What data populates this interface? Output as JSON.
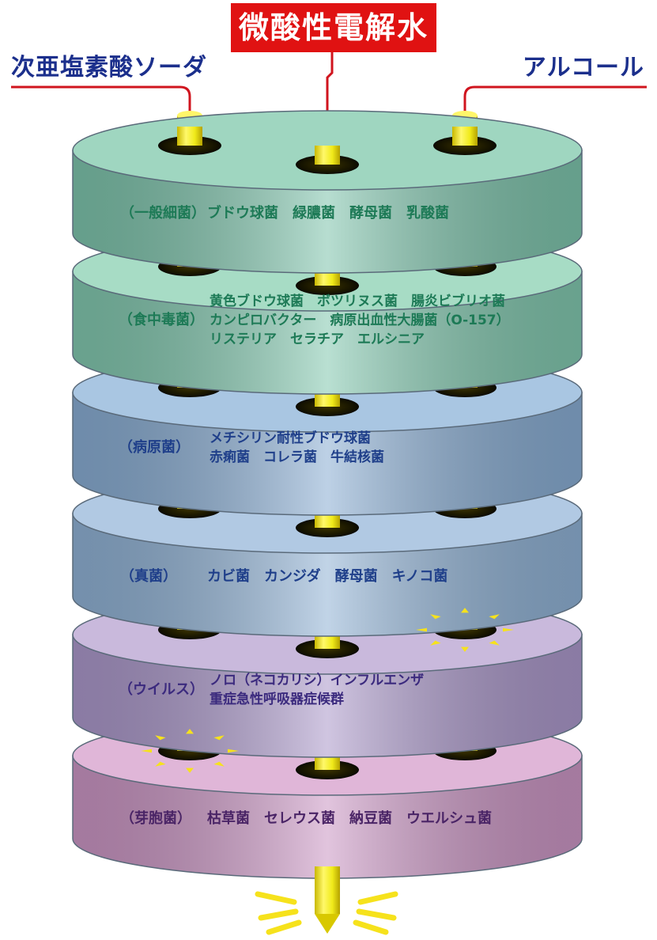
{
  "title": "微酸性電解水",
  "left_label": "次亜塩素酸ソーダ",
  "right_label": "アルコール",
  "colors": {
    "label_blue": "#1b2f8c",
    "title_red": "#e01212",
    "rod_yellow": "#f0ea1a",
    "burst_yellow": "#f6e21c"
  },
  "layers": [
    {
      "category": "（一般細菌）",
      "lines": [
        "ブドウ球菌　緑膿菌　酵母菌　乳酸菌"
      ],
      "text_color": "#1d7a56",
      "top_color": "#9fd6c0",
      "side_color": "#7cc2aa"
    },
    {
      "category": "（食中毒菌）",
      "lines": [
        "黄色ブドウ球菌　ボツリヌス菌　腸炎ビブリオ菌",
        "カンピロバクター　病原出血性大腸菌（O-157）",
        "リステリア　セラチア　エルシニア"
      ],
      "text_color": "#1d7a56",
      "top_color": "#a7dcc5",
      "side_color": "#80c6ad"
    },
    {
      "category": "（病原菌）",
      "lines": [
        "メチシリン耐性ブドウ球菌",
        "赤痢菌　コレラ菌　牛結核菌"
      ],
      "text_color": "#1f3f8a",
      "top_color": "#a9c6e2",
      "side_color": "#87abd1"
    },
    {
      "category": "（真菌）",
      "lines": [
        "カビ菌　カンジダ　酵母菌　キノコ菌"
      ],
      "text_color": "#1f3f8a",
      "top_color": "#b1c9e3",
      "side_color": "#8eb0d3"
    },
    {
      "category": "（ウイルス）",
      "lines": [
        "ノロ（ネコカリシ）インフルエンザ",
        "重症急性呼吸器症候群"
      ],
      "text_color": "#3b2a7e",
      "top_color": "#c9b9dc",
      "side_color": "#a996c8"
    },
    {
      "category": "（芽胞菌）",
      "lines": [
        "枯草菌　セレウス菌　納豆菌　ウエルシュ菌"
      ],
      "text_color": "#4a2466",
      "top_color": "#e0b6d8",
      "side_color": "#c994c2"
    }
  ]
}
